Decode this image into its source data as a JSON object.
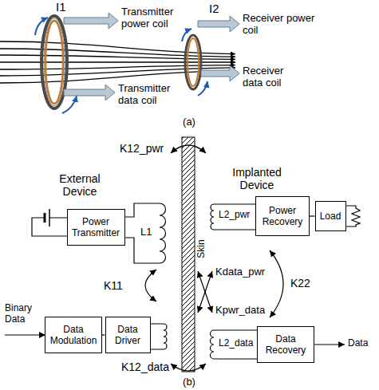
{
  "diagram": {
    "nodes": [
      {
        "text": [
          "Power Transmitter"
        ]
      },
      {
        "text": [
          "Power Recovery"
        ]
      },
      {
        "text": [
          "Load"
        ]
      },
      {
        "text": [
          "Data Modulation"
        ]
      },
      {
        "text": [
          "Data Driver"
        ]
      },
      {
        "text": [
          "Data Recovery"
        ]
      }
    ],
    "edges": [
      {
        "from": 3,
        "to": 4,
        "arrow": "none"
      },
      {
        "from": 1,
        "to": 2,
        "arrow": "none"
      }
    ],
    "labels": [
      "I1",
      "Transmitter power coil",
      "Transmitter data coil",
      "I2",
      "Receiver power coil",
      "Receiver data coil",
      "(a)",
      "K12_pwr",
      "External Device",
      "Implanted Device",
      "L1",
      "Skin",
      "Kdata_pwr",
      "Kpwr_data",
      "K11",
      "K22",
      "L2_pwr",
      "L2_data",
      "Binary Data",
      "Data",
      "K12_data",
      "(b)"
    ]
  }
}
